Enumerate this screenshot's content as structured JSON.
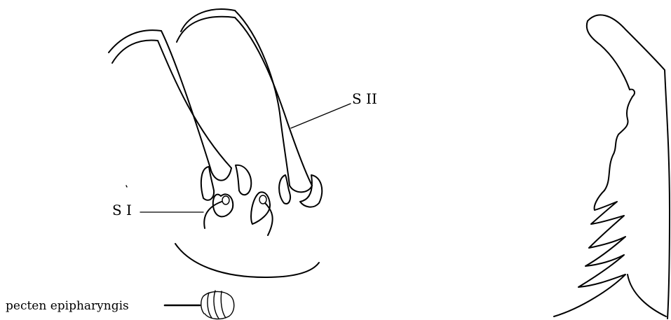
{
  "labels": {
    "s_two": "S II",
    "s_one": "S I",
    "pecten": "pecten epipharyngis"
  },
  "colors": {
    "ink": "#000000",
    "background": "#ffffff"
  }
}
